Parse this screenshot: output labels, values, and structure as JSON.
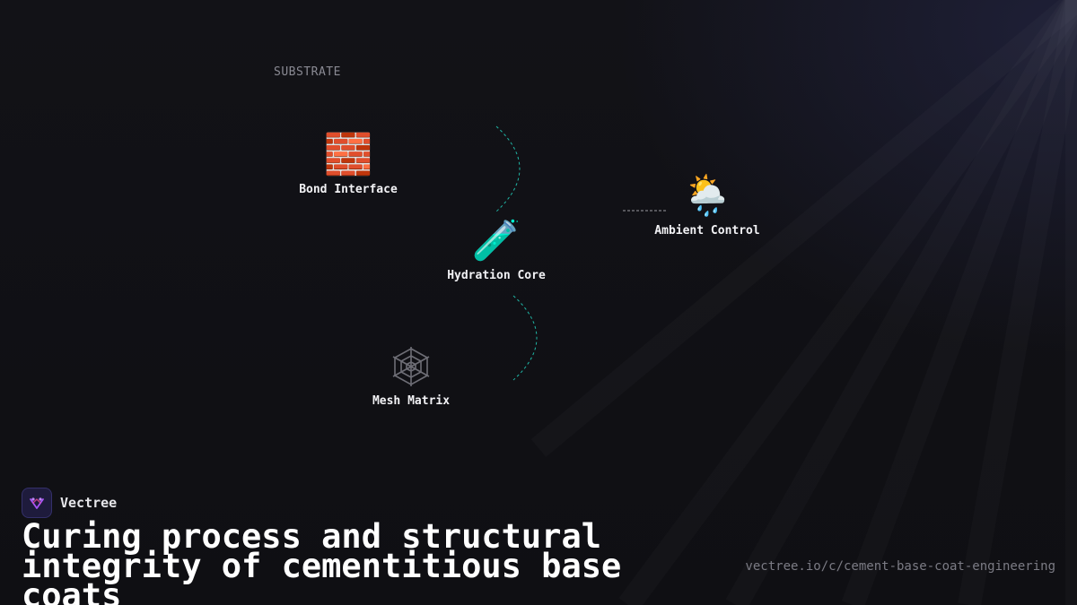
{
  "diagram": {
    "section_label": "SUBSTRATE",
    "nodes": [
      {
        "id": "bond",
        "label": "Bond Interface",
        "icon": "brick-icon",
        "glyph": "🧱"
      },
      {
        "id": "hydration",
        "label": "Hydration Core",
        "icon": "test-tube-icon",
        "glyph": "🧪"
      },
      {
        "id": "ambient",
        "label": "Ambient Control",
        "icon": "sun-behind-rain-cloud-icon",
        "glyph": "🌦️"
      },
      {
        "id": "mesh",
        "label": "Mesh Matrix",
        "icon": "spider-web-icon",
        "glyph": "🕸"
      }
    ],
    "edges": [
      {
        "from": "bond",
        "to": "hydration",
        "style": "dashed-curve",
        "color": "#1fb5a5"
      },
      {
        "from": "hydration",
        "to": "ambient",
        "style": "dashed",
        "color": "#8a8a93"
      },
      {
        "from": "hydration",
        "to": "mesh",
        "style": "dashed-curve",
        "color": "#1fb5a5"
      }
    ]
  },
  "footer": {
    "brand_name": "Vectree",
    "brand_icon": "vectree-logo-icon",
    "headline": "Curing process and structural integrity of cementitious base coats",
    "url": "vectree.io/c/cement-base-coat-engineering"
  },
  "colors": {
    "background": "#111116",
    "accent_teal": "#1fb5a5",
    "brand_purple": "#a855f7"
  }
}
